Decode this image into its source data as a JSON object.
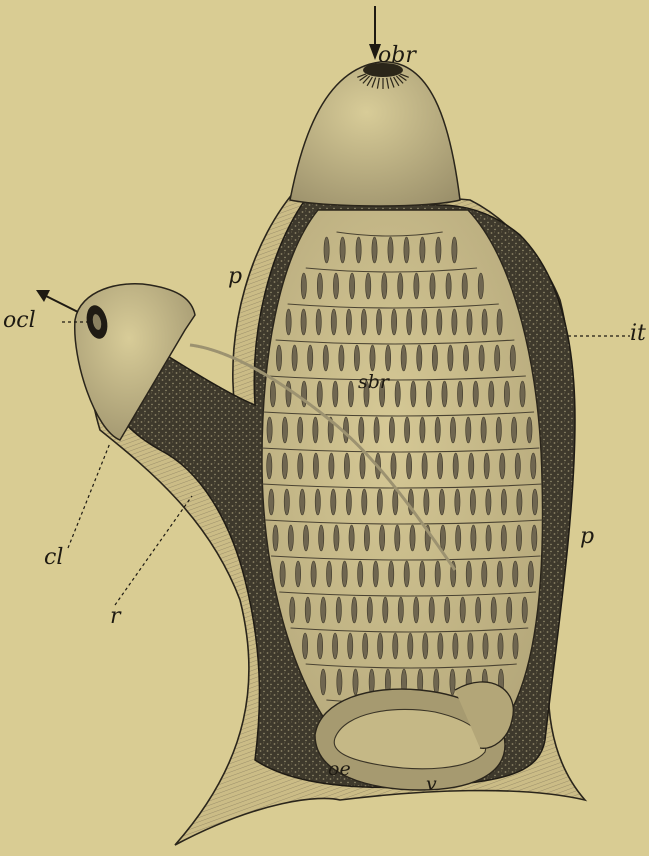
{
  "labels": {
    "obr": "obr",
    "ocl": "ocl",
    "it": "it",
    "p_upper": "p",
    "p_lower": "p",
    "sbr": "sbr",
    "cl": "cl",
    "r": "r",
    "oe": "oe",
    "v": "v"
  },
  "colors": {
    "background": "#d9cc93",
    "ink": "#1e1a12",
    "tunic": "#cfc08a",
    "mantle": "#3b362a",
    "basket": "#cdbf8c"
  }
}
